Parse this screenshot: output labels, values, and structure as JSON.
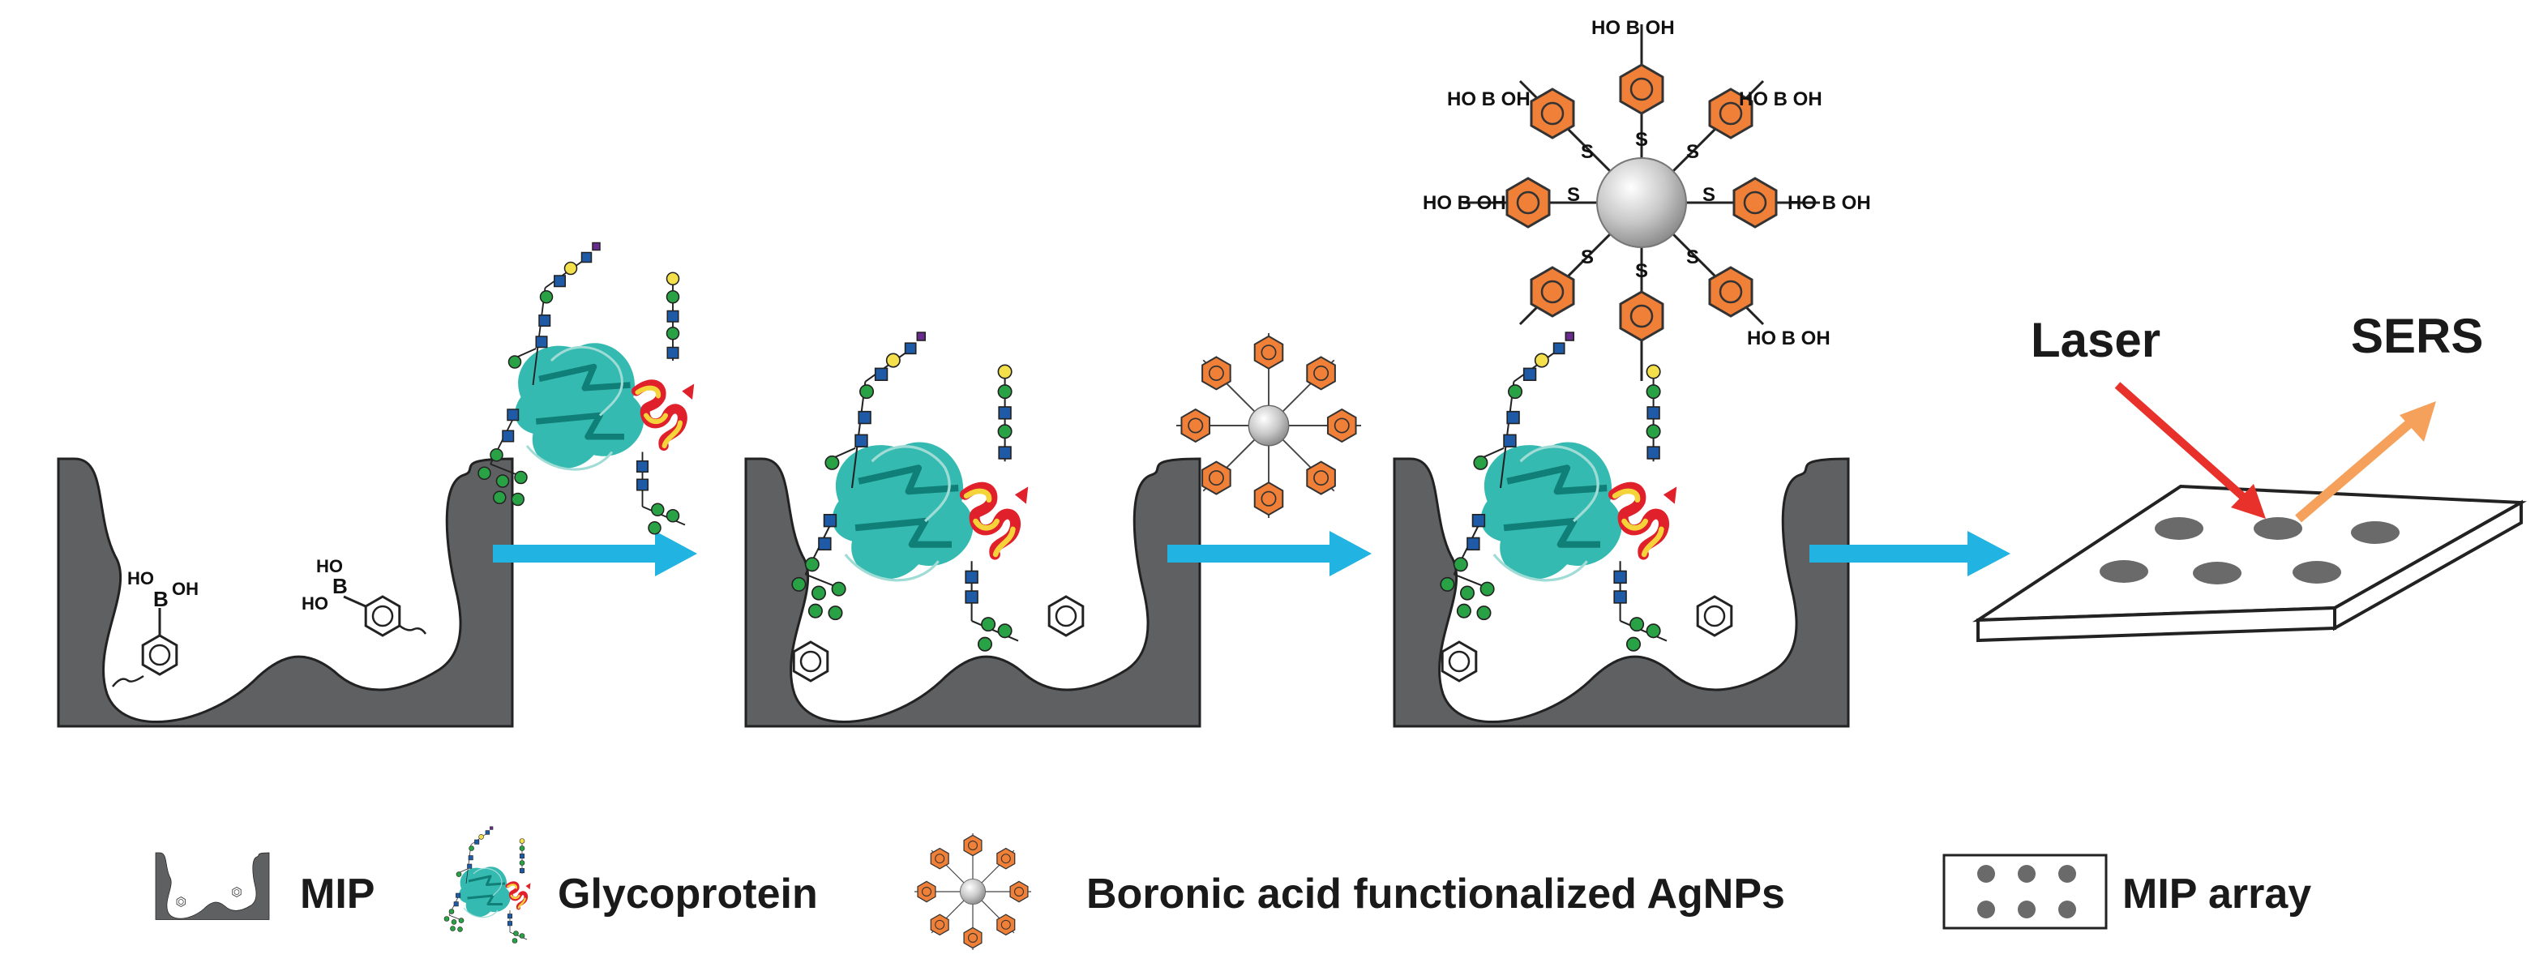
{
  "labels": {
    "laser": "Laser",
    "sers": "SERS"
  },
  "legend": {
    "mip": "MIP",
    "glycoprotein": "Glycoprotein",
    "agnp": "Boronic acid functionalized AgNPs",
    "mip_array": "MIP array"
  },
  "chem": {
    "ho": "HO",
    "oh": "OH",
    "b": "B",
    "s": "S",
    "ho_b_oh": "HO B OH"
  },
  "colors": {
    "cavity": "#5f6062",
    "process_arrow": "#21b3e1",
    "laser_arrow": "#e8312a",
    "sers_arrow": "#f5a15b",
    "phenyl": "#f07f37",
    "protein": "#1fb3a8",
    "helix_red": "#e0202a",
    "helix_yellow": "#f5d33a",
    "glycan_blue": "#1f5aa6",
    "glycan_green": "#29a245",
    "glycan_yellow": "#f3e04a",
    "spot": "#6a6a6a"
  },
  "icons": [
    "mip-cavity-icon",
    "glycoprotein-icon",
    "agnp-icon",
    "mip-array-icon"
  ]
}
